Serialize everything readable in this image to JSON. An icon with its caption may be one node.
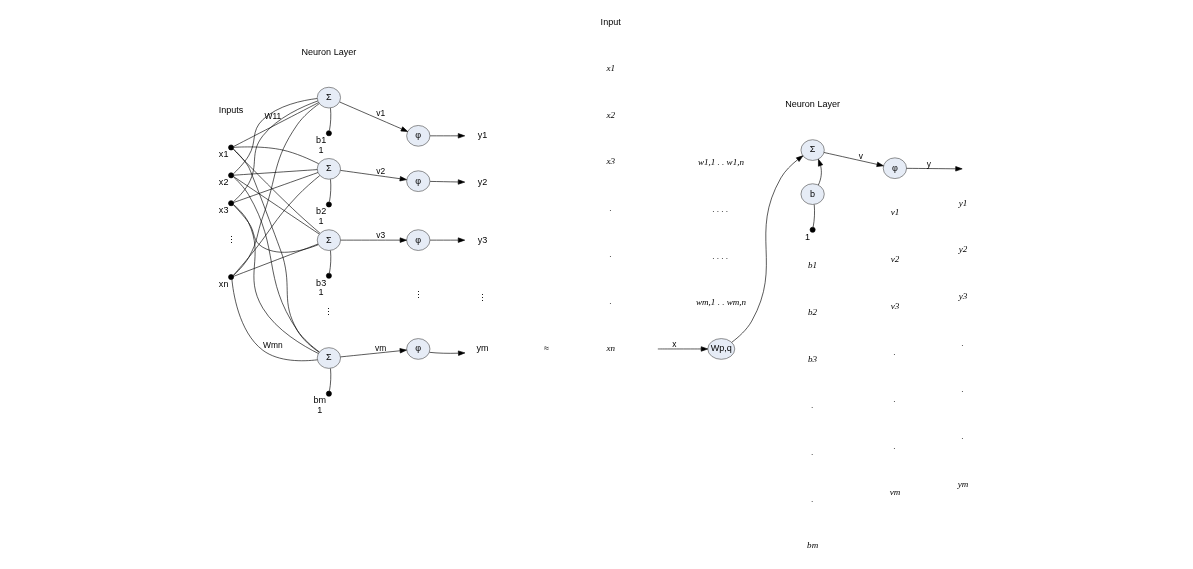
{
  "diagram": {
    "nodes": [
      {
        "text": [],
        "shape": "circle",
        "beside": [
          "x1"
        ]
      },
      {
        "text": [],
        "shape": "circle",
        "beside": [
          "x2"
        ]
      },
      {
        "text": [],
        "shape": "circle",
        "beside": [
          "x3"
        ]
      },
      {
        "text": [],
        "shape": "circle",
        "beside": [
          "xn"
        ]
      },
      {
        "text": [
          "Σ"
        ]
      },
      {
        "text": [
          "Σ"
        ]
      },
      {
        "text": [
          "Σ"
        ]
      },
      {
        "text": [
          "Σ"
        ]
      },
      {
        "text": [],
        "shape": "circle",
        "beside": [
          "b1",
          "1"
        ]
      },
      {
        "text": [],
        "shape": "circle",
        "beside": [
          "b2",
          "1"
        ]
      },
      {
        "text": [],
        "shape": "circle",
        "beside": [
          "b3",
          "1"
        ]
      },
      {
        "text": [],
        "shape": "circle",
        "beside": [
          "bm",
          "1"
        ]
      },
      {
        "text": [
          "φ"
        ]
      },
      {
        "text": [
          "φ"
        ]
      },
      {
        "text": [
          "φ"
        ]
      },
      {
        "text": [
          "φ"
        ]
      },
      {
        "text": [
          "y1"
        ]
      },
      {
        "text": [
          "y2"
        ]
      },
      {
        "text": [
          "y3"
        ]
      },
      {
        "text": [
          "ym"
        ]
      },
      {
        "text": [
          "Wp,q"
        ]
      },
      {
        "text": [
          "Σ"
        ]
      },
      {
        "text": [
          "φ"
        ]
      },
      {
        "text": [
          "b"
        ]
      },
      {
        "text": [],
        "shape": "circle",
        "beside": [
          "1"
        ]
      }
    ],
    "edges": [
      {
        "from": 0,
        "to": 4,
        "arrow": "none",
        "label": "W11"
      },
      {
        "from": 0,
        "to": 5,
        "arrow": "none"
      },
      {
        "from": 0,
        "to": 6,
        "arrow": "none"
      },
      {
        "from": 0,
        "to": 7,
        "arrow": "none"
      },
      {
        "from": 1,
        "to": 4,
        "arrow": "none"
      },
      {
        "from": 1,
        "to": 5,
        "arrow": "none"
      },
      {
        "from": 1,
        "to": 6,
        "arrow": "none"
      },
      {
        "from": 1,
        "to": 7,
        "arrow": "none"
      },
      {
        "from": 2,
        "to": 4,
        "arrow": "none"
      },
      {
        "from": 2,
        "to": 5,
        "arrow": "none"
      },
      {
        "from": 2,
        "to": 6,
        "arrow": "none"
      },
      {
        "from": 2,
        "to": 7,
        "arrow": "none"
      },
      {
        "from": 3,
        "to": 4,
        "arrow": "none"
      },
      {
        "from": 3,
        "to": 5,
        "arrow": "none"
      },
      {
        "from": 3,
        "to": 6,
        "arrow": "none"
      },
      {
        "from": 3,
        "to": 7,
        "arrow": "none",
        "label": "Wmn"
      },
      {
        "from": 8,
        "to": 4,
        "arrow": "none"
      },
      {
        "from": 9,
        "to": 5,
        "arrow": "none"
      },
      {
        "from": 10,
        "to": 6,
        "arrow": "none"
      },
      {
        "from": 11,
        "to": 7,
        "arrow": "none"
      },
      {
        "from": 4,
        "to": 12,
        "arrow": "to",
        "label": "v1"
      },
      {
        "from": 5,
        "to": 13,
        "arrow": "to",
        "label": "v2"
      },
      {
        "from": 6,
        "to": 14,
        "arrow": "to",
        "label": "v3"
      },
      {
        "from": 7,
        "to": 15,
        "arrow": "to",
        "label": "vm"
      },
      {
        "from": 12,
        "to": 16,
        "arrow": "to"
      },
      {
        "from": 13,
        "to": 17,
        "arrow": "to"
      },
      {
        "from": 14,
        "to": 18,
        "arrow": "to"
      },
      {
        "from": 15,
        "to": 19,
        "arrow": "to"
      },
      {
        "from": null,
        "to": 20,
        "arrow": "to",
        "label": "x"
      },
      {
        "from": 20,
        "to": 21,
        "arrow": "to"
      },
      {
        "from": 21,
        "to": 22,
        "arrow": "to",
        "label": "v"
      },
      {
        "from": 22,
        "to": null,
        "arrow": "to",
        "label": "y"
      },
      {
        "from": 23,
        "to": 21,
        "arrow": "to"
      },
      {
        "from": 24,
        "to": 23,
        "arrow": "none"
      }
    ],
    "labels": [
      "Inputs",
      "Neuron Layer",
      "Input",
      "Neuron Layer",
      "⋮",
      "⋮",
      "⋮",
      "⋮",
      "≈",
      "w1,1 . . w1,n",
      ". . . .",
      ". . . .",
      "wm,1 . . wm,n",
      "x1",
      "x2",
      "x3",
      ".",
      ".",
      ".",
      "xn",
      "b1",
      "b2",
      "b3",
      ".",
      ".",
      ".",
      "bm",
      "v1",
      "v2",
      "v3",
      ".",
      ".",
      ".",
      "vm",
      "y1",
      "y2",
      "y3",
      ".",
      ".",
      ".",
      "ym"
    ]
  }
}
